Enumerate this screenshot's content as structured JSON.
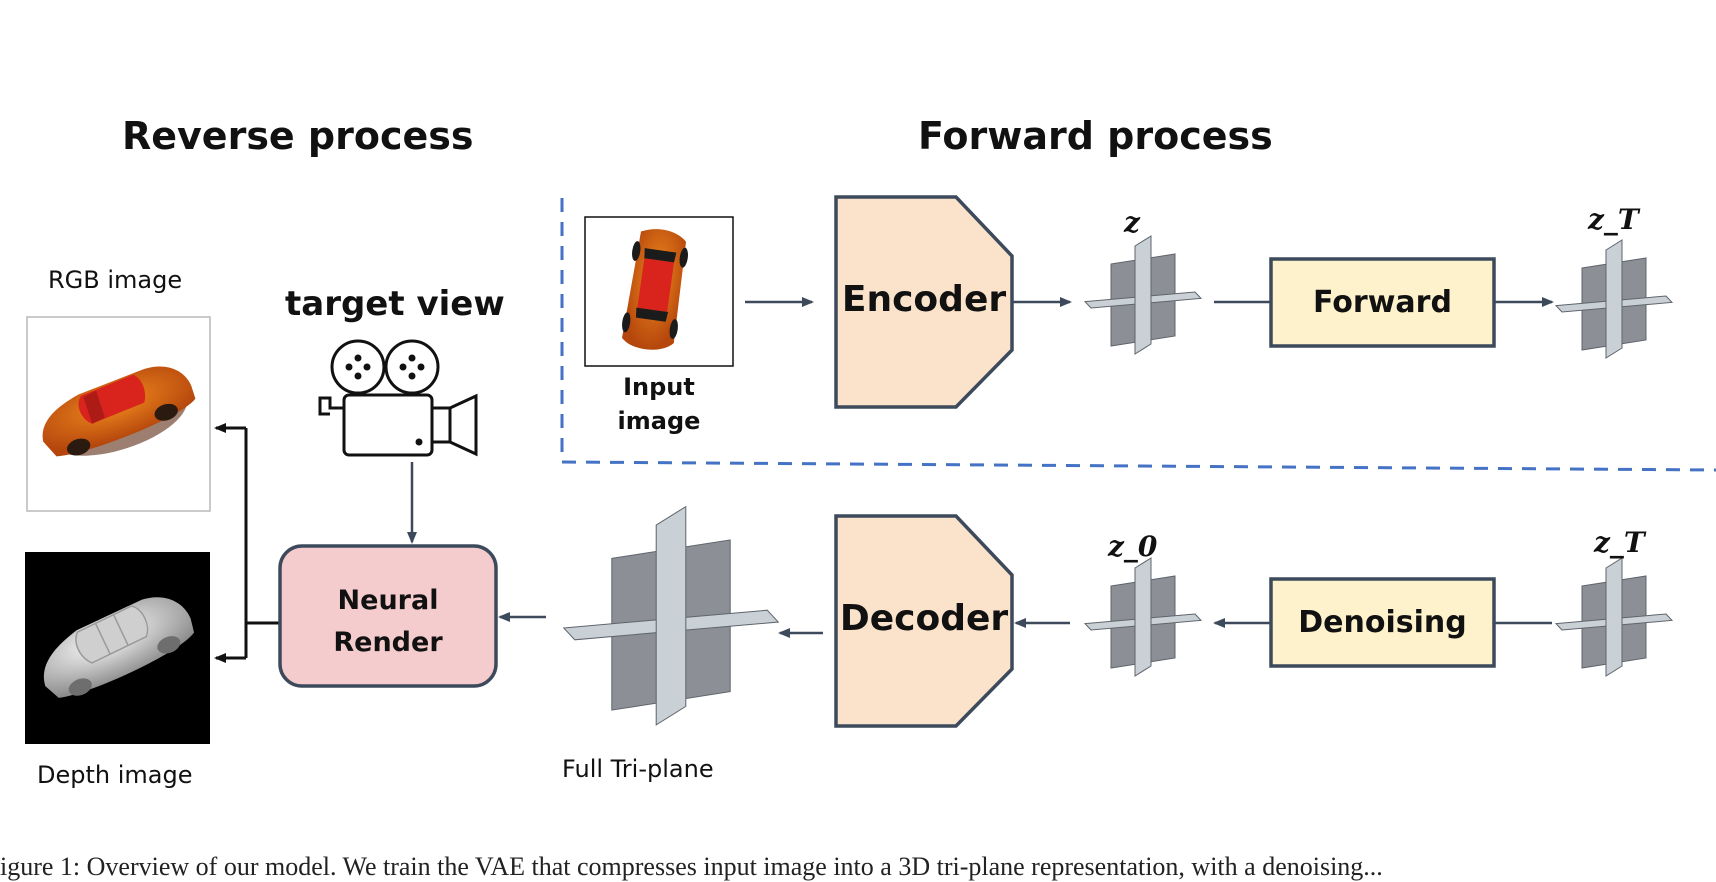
{
  "headings": {
    "reverse": "Reverse process",
    "forward": "Forward process"
  },
  "labels": {
    "rgb_image": "RGB image",
    "depth_image": "Depth image",
    "target_view": "target view",
    "input_image_line1": "Input",
    "input_image_line2": "image",
    "full_triplane": "Full Tri-plane"
  },
  "blocks": {
    "encoder": "Encoder",
    "decoder": "Decoder",
    "forward": "Forward",
    "denoising": "Denoising",
    "neural_render_line1": "Neural",
    "neural_render_line2": "Render"
  },
  "variables": {
    "z": "z",
    "z_T_top": "z_T",
    "z_0": "z_0",
    "z_T_bottom": "z_T"
  },
  "caption": "igure 1:  Overview of our model. We train the VAE that compresses input image into a 3D tri-plane representation, with a denoising...",
  "colors": {
    "encoder_fill": "#fbe3cb",
    "block_stroke": "#3d4a5c",
    "forward_fill": "#fdf2cc",
    "neural_fill": "#f4cccd",
    "dash_line": "#4472c4",
    "arrow": "#3d4a5c",
    "plane_dark": "#8c9096",
    "plane_light": "#c9d0d6"
  }
}
